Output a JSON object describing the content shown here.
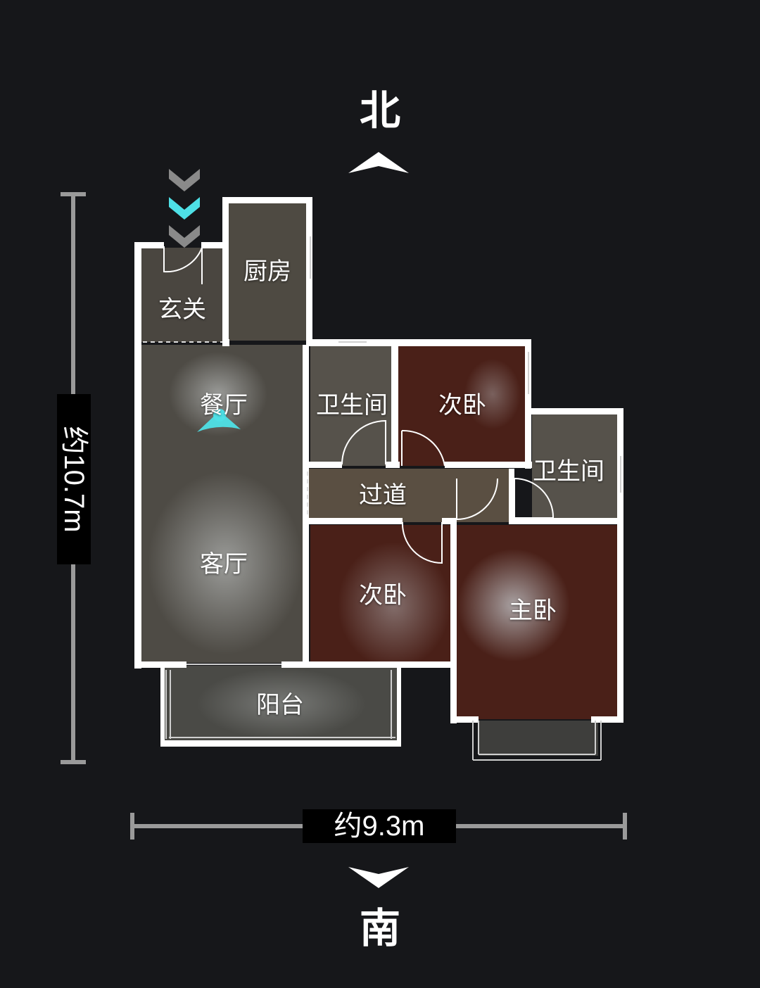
{
  "compass": {
    "north": "北",
    "south": "南"
  },
  "dimensions": {
    "width": "约9.3m",
    "height": "约10.7m"
  },
  "rooms": {
    "entrance": "玄关",
    "kitchen": "厨房",
    "dining": "餐厅",
    "bathroom_1": "卫生间",
    "bedroom_2a": "次卧",
    "bathroom_2": "卫生间",
    "corridor": "过道",
    "living": "客厅",
    "bedroom_2b": "次卧",
    "master_bedroom": "主卧",
    "balcony": "阳台"
  },
  "colors": {
    "background": "#16171a",
    "wall": "#ffffff",
    "accent": "#4ee0e6",
    "marker_grey": "#8a8a8a",
    "bedroom_floor": "#4a2018",
    "living_floor": "#4e4b45"
  }
}
